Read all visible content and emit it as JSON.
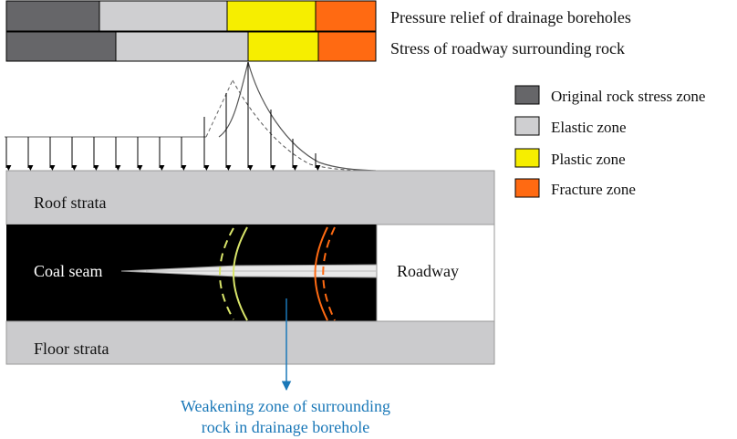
{
  "colors": {
    "original": "#666669",
    "elastic": "#cfcfd1",
    "plastic": "#f6ee00",
    "fracture": "#ff6a12",
    "strata": "#cbcbcd",
    "coal": "#000000",
    "annotation": "#1a78b8"
  },
  "bars": [
    {
      "label": "Pressure relief of drainage boreholes"
    },
    {
      "label": "Stress of roadway surrounding rock"
    }
  ],
  "legend": [
    {
      "key": "original",
      "label": "Original rock stress zone"
    },
    {
      "key": "elastic",
      "label": "Elastic zone"
    },
    {
      "key": "plastic",
      "label": "Plastic zone"
    },
    {
      "key": "fracture",
      "label": "Fracture zone"
    }
  ],
  "strata": {
    "roof": "Roof strata",
    "coal": "Coal seam",
    "roadway": "Roadway",
    "floor": "Floor strata"
  },
  "annotation": {
    "line1": "Weakening zone of surrounding",
    "line2": "rock in drainage borehole"
  }
}
